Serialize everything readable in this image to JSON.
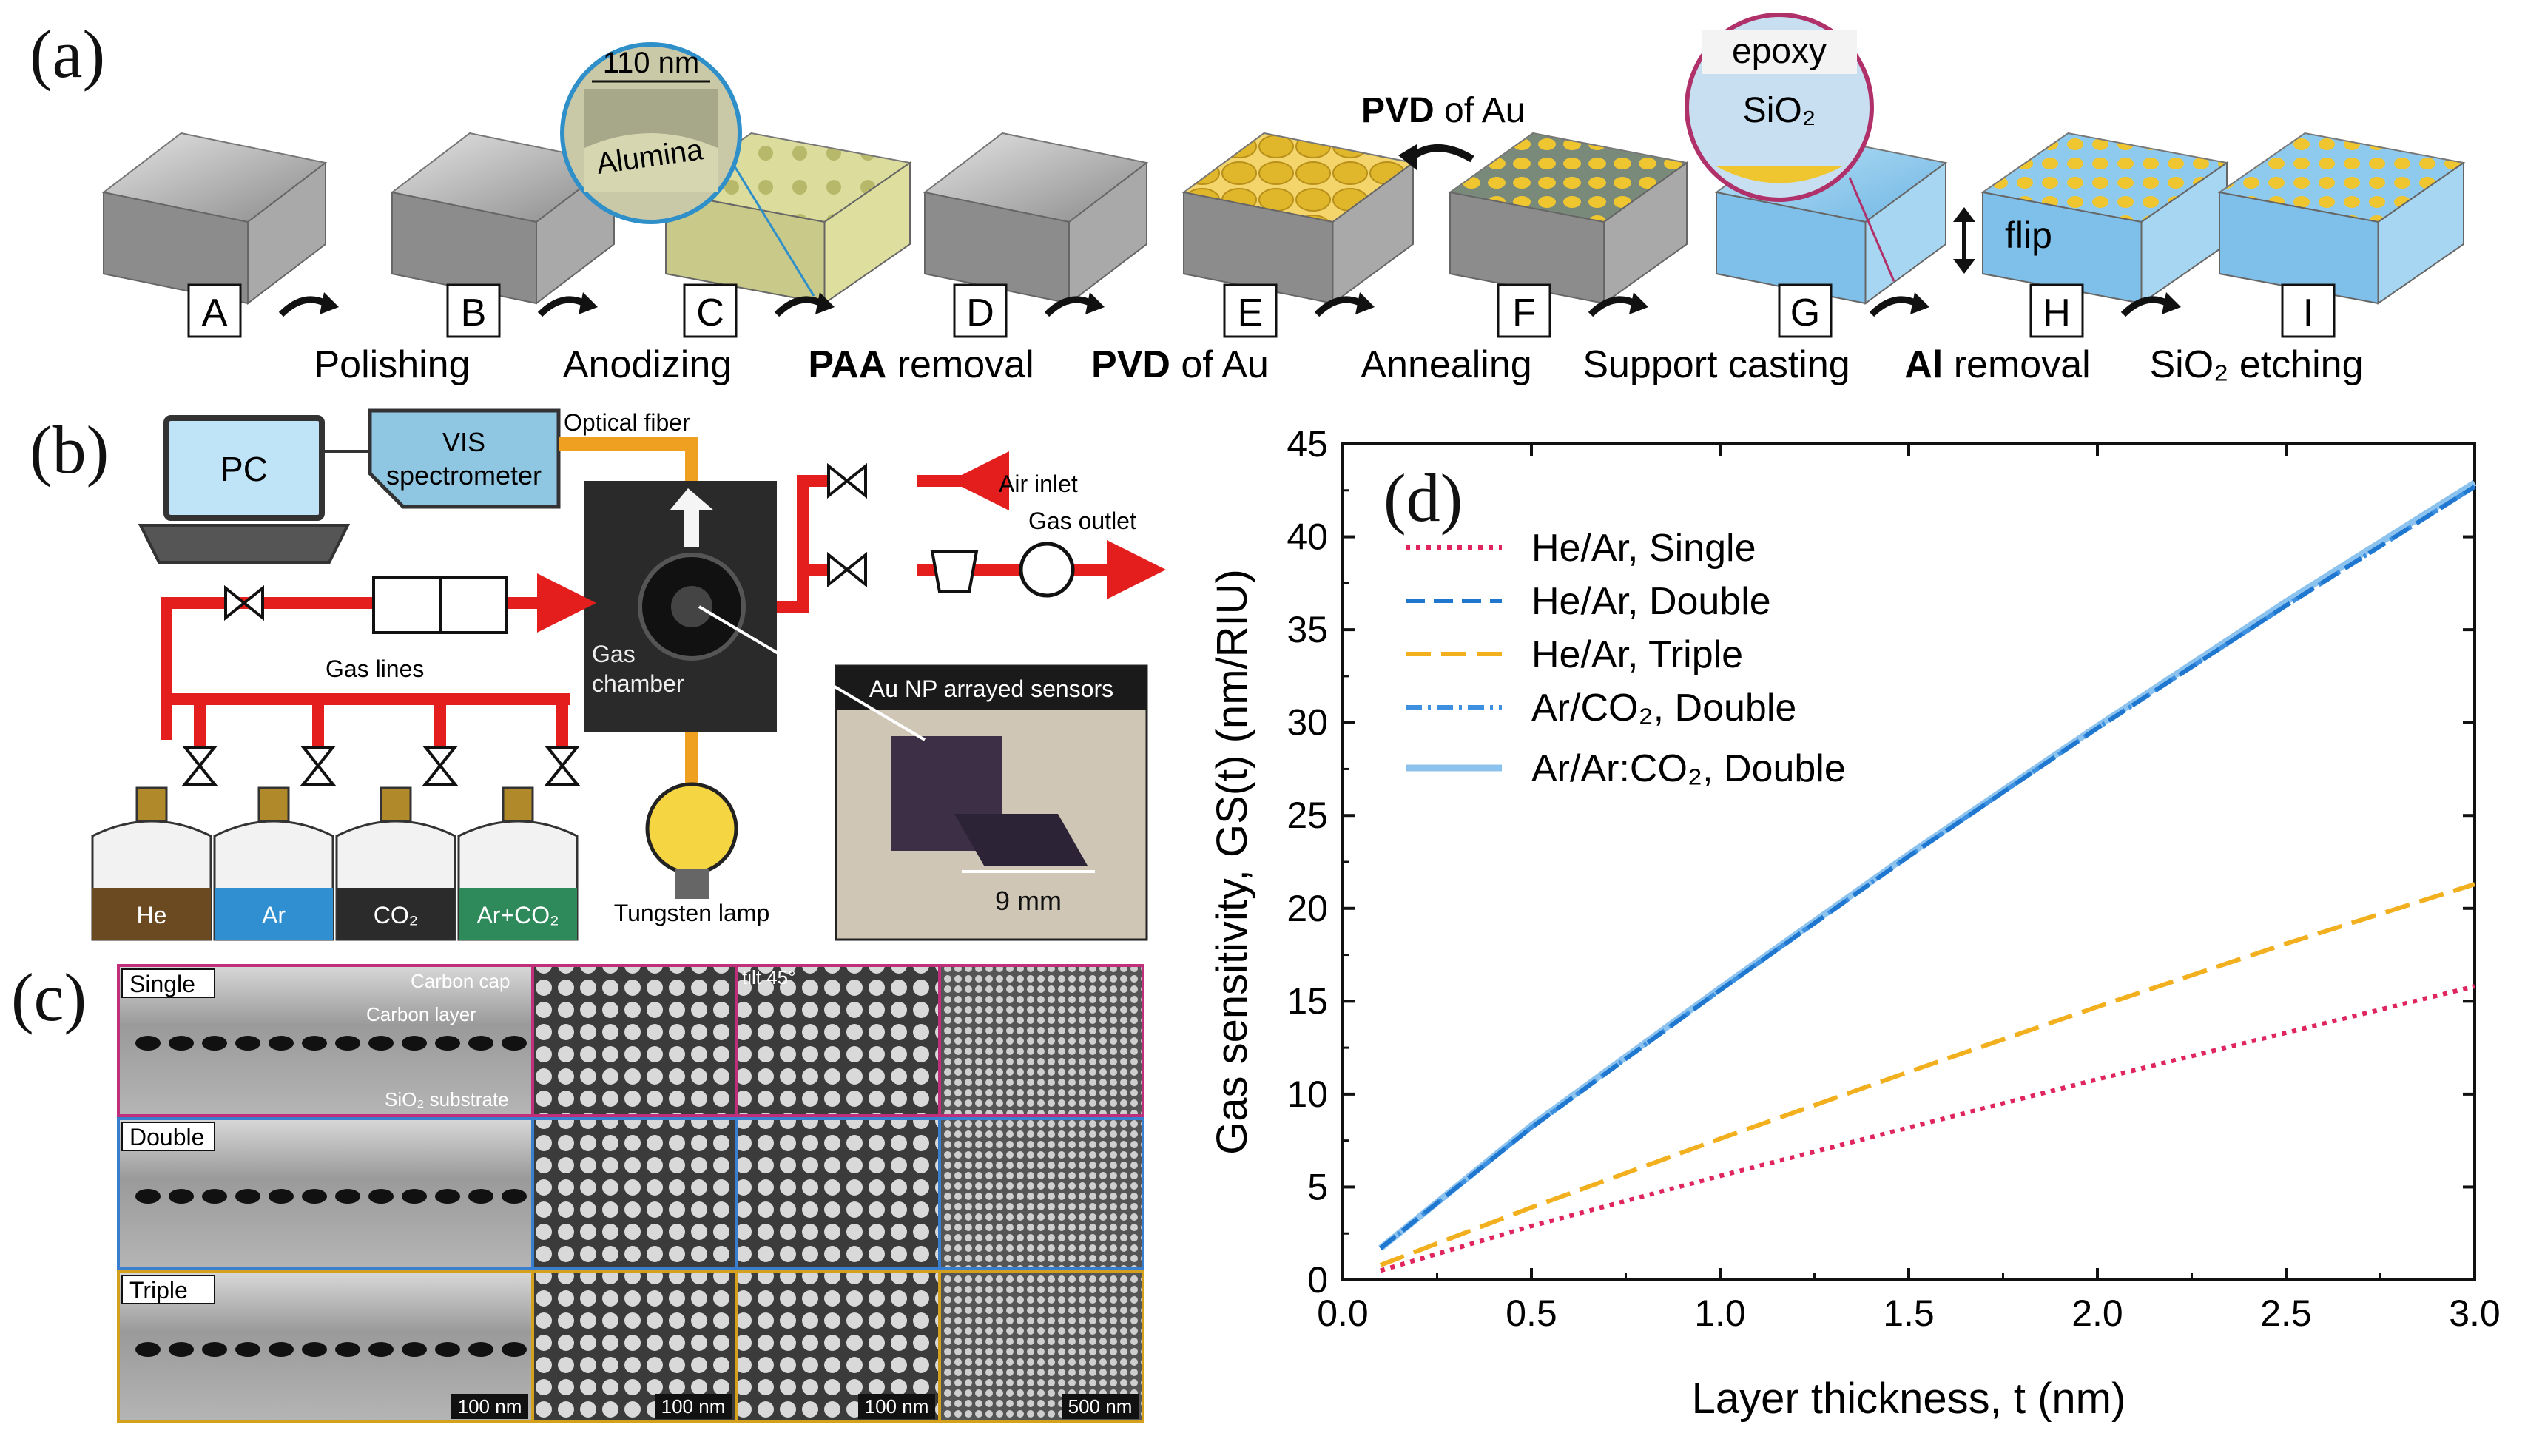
{
  "panels": {
    "a": "(a)",
    "b": "(b)",
    "c": "(c)",
    "d": "(d)"
  },
  "panel_a": {
    "steps": [
      "A",
      "B",
      "C",
      "D",
      "E",
      "F",
      "G",
      "H",
      "I"
    ],
    "processes": [
      {
        "bold": "",
        "text": "Polishing"
      },
      {
        "bold": "",
        "text": "Anodizing"
      },
      {
        "bold": "PAA",
        "text": " removal"
      },
      {
        "bold": "PVD",
        "text": " of Au"
      },
      {
        "bold": "",
        "text": "Annealing"
      },
      {
        "bold": "",
        "text": "Support casting"
      },
      {
        "bold": "Al",
        "text": " removal"
      },
      {
        "bold": "",
        "text": "SiO₂ etching"
      }
    ],
    "callout_pvd": {
      "bold": "PVD",
      "text": " of Au"
    },
    "inset_dim": "110 nm",
    "inset_material": "Alumina",
    "inset_epoxy": "epoxy",
    "inset_sio2": "SiO₂",
    "flip": "flip"
  },
  "panel_b": {
    "pc": "PC",
    "spectrometer": "VIS\nspectrometer",
    "spectrometer_l1": "VIS",
    "spectrometer_l2": "spectrometer",
    "optical_fiber": "Optical fiber",
    "air_inlet": "Air inlet",
    "gas_outlet": "Gas outlet",
    "gas_lines": "Gas lines",
    "gas_chamber_l1": "Gas",
    "gas_chamber_l2": "chamber",
    "sensors_title": "Au NP arrayed sensors",
    "scale": "9 mm",
    "lamp": "Tungsten lamp",
    "cylinders": [
      {
        "label": "He",
        "color": "#6b4a22"
      },
      {
        "label": "Ar",
        "color": "#2f8fd0"
      },
      {
        "label": "CO₂",
        "color": "#2b2b2b"
      },
      {
        "label": "Ar+CO₂",
        "color": "#2e8a5a"
      }
    ]
  },
  "panel_c": {
    "rows": [
      {
        "label": "Single",
        "color": "#c0307a"
      },
      {
        "label": "Double",
        "color": "#3a7fcf"
      },
      {
        "label": "Triple",
        "color": "#d4a11e"
      }
    ],
    "carbon_cap": "Carbon cap",
    "carbon_layer": "Carbon layer",
    "substrate": "SiO₂ substrate",
    "tilt": "tilt  45°",
    "scales": [
      "100 nm",
      "100 nm",
      "100 nm",
      "500 nm"
    ]
  },
  "chart_data": {
    "type": "line",
    "xlabel": "Layer thickness, t (nm)",
    "ylabel": "Gas sensitivity, GS(t) (nm/RIU)",
    "xlim": [
      0.0,
      3.0
    ],
    "ylim": [
      0,
      45
    ],
    "xticks": [
      "0.0",
      "0.5",
      "1.0",
      "1.5",
      "2.0",
      "2.5",
      "3.0"
    ],
    "yticks": [
      "0",
      "5",
      "10",
      "15",
      "20",
      "25",
      "30",
      "35",
      "40",
      "45"
    ],
    "legend_position": "top-left",
    "series": [
      {
        "name": "He/Ar, Single",
        "color": "#e0245e",
        "dash": "dotted",
        "x": [
          0.1,
          0.5,
          1.0,
          1.5,
          2.0,
          2.5,
          3.0
        ],
        "y": [
          0.5,
          2.9,
          5.6,
          8.2,
          10.8,
          13.3,
          15.8
        ]
      },
      {
        "name": "He/Ar, Double",
        "color": "#1f77d0",
        "dash": "dashed",
        "x": [
          0.1,
          0.5,
          1.0,
          1.5,
          2.0,
          2.5,
          3.0
        ],
        "y": [
          1.7,
          8.2,
          15.6,
          22.8,
          29.7,
          36.3,
          42.7
        ]
      },
      {
        "name": "He/Ar, Triple",
        "color": "#f2b01e",
        "dash": "longdash",
        "x": [
          0.1,
          0.5,
          1.0,
          1.5,
          2.0,
          2.5,
          3.0
        ],
        "y": [
          0.8,
          3.9,
          7.6,
          11.2,
          14.7,
          18.1,
          21.3
        ]
      },
      {
        "name": "Ar/CO₂, Double",
        "color": "#3d8fe0",
        "dash": "dashdot",
        "x": [
          0.1,
          0.5,
          1.0,
          1.5,
          2.0,
          2.5,
          3.0
        ],
        "y": [
          1.7,
          8.2,
          15.6,
          22.8,
          29.7,
          36.3,
          42.7
        ]
      },
      {
        "name": "Ar/Ar:CO₂, Double",
        "color": "#8cc3ee",
        "dash": "solid",
        "x": [
          0.1,
          0.5,
          1.0,
          1.5,
          2.0,
          2.5,
          3.0
        ],
        "y": [
          1.7,
          8.3,
          15.7,
          22.9,
          29.8,
          36.5,
          42.9
        ]
      }
    ]
  }
}
